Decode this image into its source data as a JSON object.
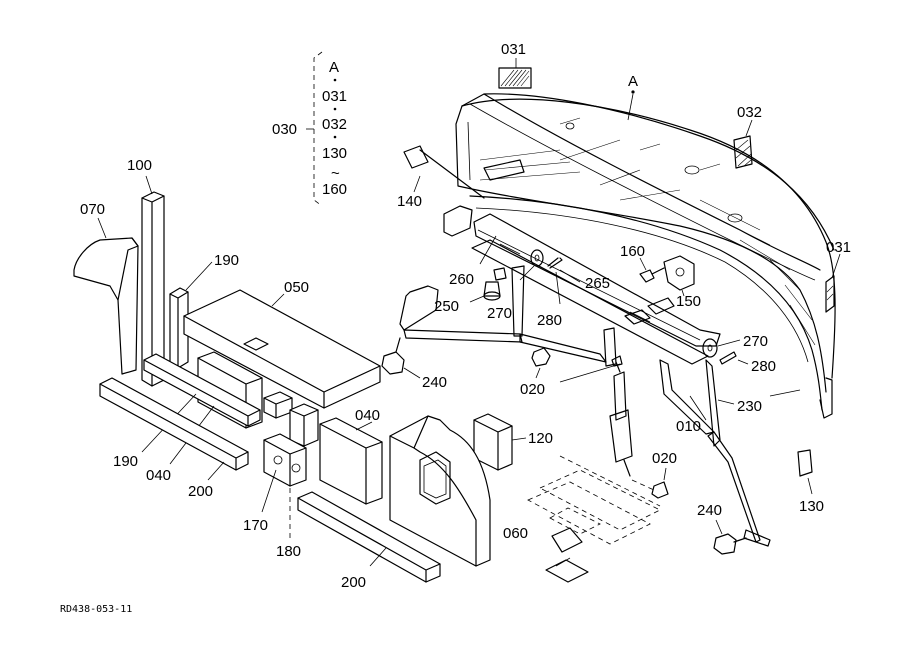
{
  "diagram": {
    "group_030": {
      "label": "030",
      "items": [
        "A",
        "031",
        "032",
        "130",
        "~",
        "160"
      ]
    },
    "marker_a": "A",
    "parts": {
      "p031_top": "031",
      "p032": "032",
      "p031_right": "031",
      "p100": "100",
      "p070": "070",
      "p190_top": "190",
      "p050": "050",
      "p140": "140",
      "p160": "160",
      "p260": "260",
      "p265": "265",
      "p250": "250",
      "p150": "150",
      "p270_left": "270",
      "p280_left": "280",
      "p270_right": "270",
      "p280_right": "280",
      "p240_left": "240",
      "p020_left": "020",
      "p230": "230",
      "p010": "010",
      "p040_right": "040",
      "p120": "120",
      "p020_right": "020",
      "p190_bottom": "190",
      "p040_left": "040",
      "p200_left": "200",
      "p130": "130",
      "p170": "170",
      "p240_right": "240",
      "p060": "060",
      "p180": "180",
      "p200_bottom": "200"
    },
    "ref_code": "RD438-053-11"
  }
}
